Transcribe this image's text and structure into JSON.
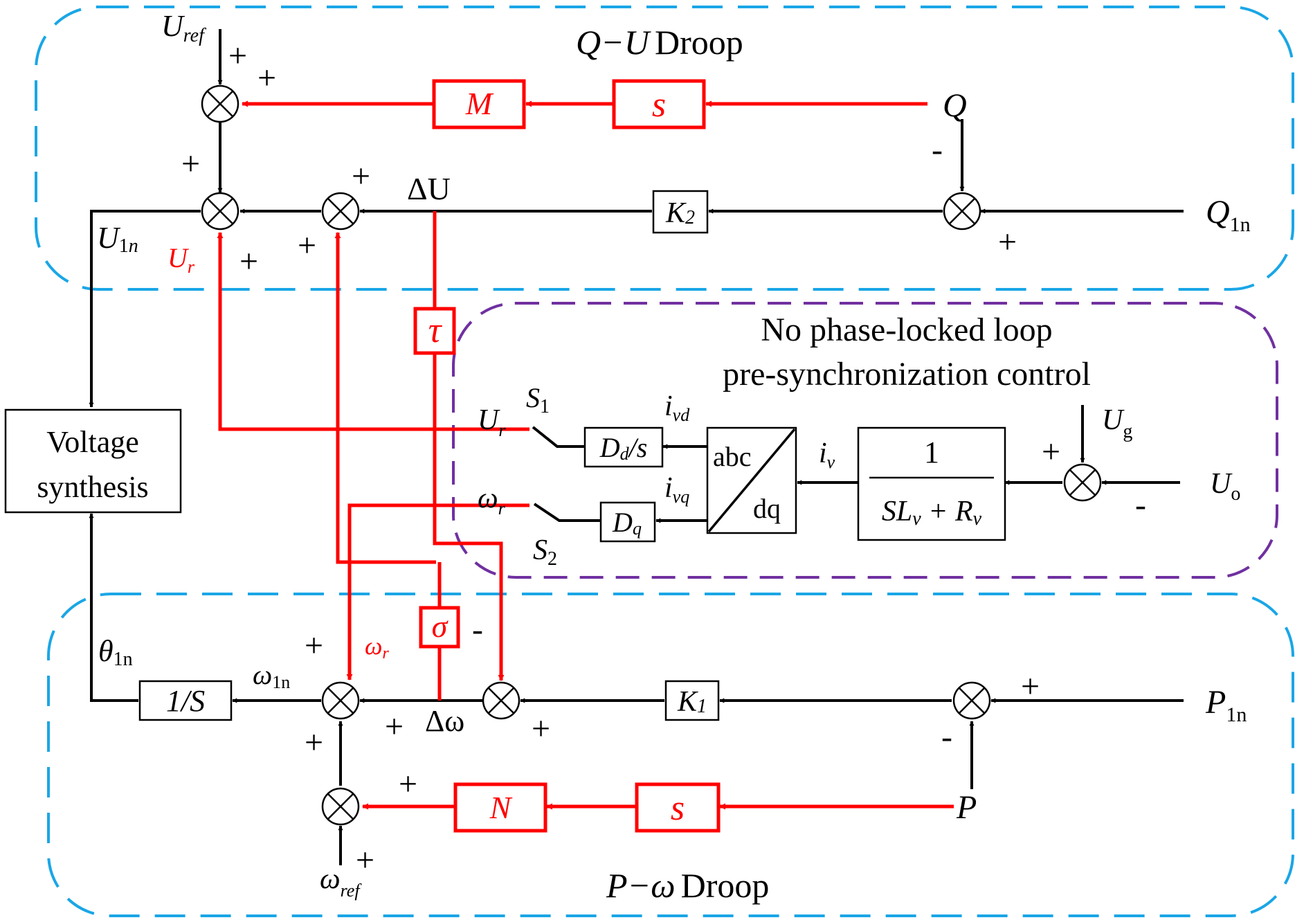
{
  "regions": {
    "qu_title_prefix": "Q−U",
    "qu_title_suffix": "Droop",
    "pll_title_line1": "No phase-locked loop",
    "pll_title_line2": "pre-synchronization control",
    "pw_title_prefix": "P−ω",
    "pw_title_suffix": "Droop"
  },
  "blocks": {
    "M": "M",
    "s_top": "s",
    "K2": "K",
    "K2_sub": "2",
    "tau": "τ",
    "Dd": "D",
    "Dd_sub": "d",
    "Dd_den": "/s",
    "Dq": "D",
    "Dq_sub": "q",
    "abc": "abc",
    "dq": "dq",
    "tf_num": "1",
    "tf_den_S": "SL",
    "tf_den_Lsub": "v",
    "tf_den_plus": " + R",
    "tf_den_Rsub": "v",
    "voltage_line1": "Voltage",
    "voltage_line2": "synthesis",
    "inv_s": "1/S",
    "K1": "K",
    "K1_sub": "1",
    "sigma": "σ",
    "N": "N",
    "s_bottom": "s"
  },
  "signals": {
    "U": "U",
    "ref": "ref",
    "Q": "Q",
    "Qln_Q": "Q",
    "Qln_sub": "1n",
    "dU": "ΔU",
    "U1n_U": "U",
    "U1n_sub1": "1",
    "U1n_subn": "n",
    "Ur_U": "U",
    "Ur_r": "r",
    "S": "S",
    "S1_sub": "1",
    "S2_sub": "2",
    "i": "i",
    "ivd_sub": "vd",
    "ivq_sub": "vq",
    "iv_sub": "v",
    "Ug_sub": "g",
    "Uo_sub": "o",
    "omega": "ω",
    "omega_r": "r",
    "theta": "θ",
    "theta_sub": "1n",
    "w1n_sub": "1n",
    "dw": "Δω",
    "P": "P",
    "Pln_sub": "1n",
    "wref_sub": "ref"
  },
  "signs": {
    "plus": "+",
    "minus": "-"
  },
  "colors": {
    "region_blue": "#1aa6e6",
    "region_purple": "#7030a0",
    "signal_red": "#ff0000",
    "signal_black": "#000000"
  }
}
